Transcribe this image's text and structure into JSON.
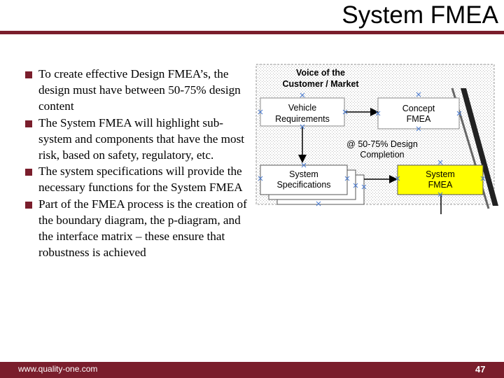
{
  "slide": {
    "title": "System FMEA",
    "bullets": [
      "To create effective Design FMEA’s, the design must have between 50-75% design content",
      "The System FMEA will highlight sub-system and components that have the most risk, based on safety, regulatory, etc.",
      "The system specifications will provide the necessary functions for the System FMEA",
      "Part of the FMEA process is the creation of the boundary diagram, the p-diagram, and the interface matrix – these ensure that robustness is achieved"
    ],
    "footer_url": "www.quality-one.com",
    "page_number": "47"
  },
  "diagram": {
    "voice": [
      "Voice of the",
      "Customer / Market"
    ],
    "vehicle": [
      "Vehicle",
      "Requirements"
    ],
    "concept": [
      "Concept",
      "FMEA"
    ],
    "milestone": [
      "@ 50-75% Design",
      "Completion"
    ],
    "specs": [
      "System",
      "Specifications"
    ],
    "sysfmea": [
      "System",
      "FMEA"
    ],
    "highlight_color": "#ffff00",
    "accent_color": "#7a1e2c"
  }
}
